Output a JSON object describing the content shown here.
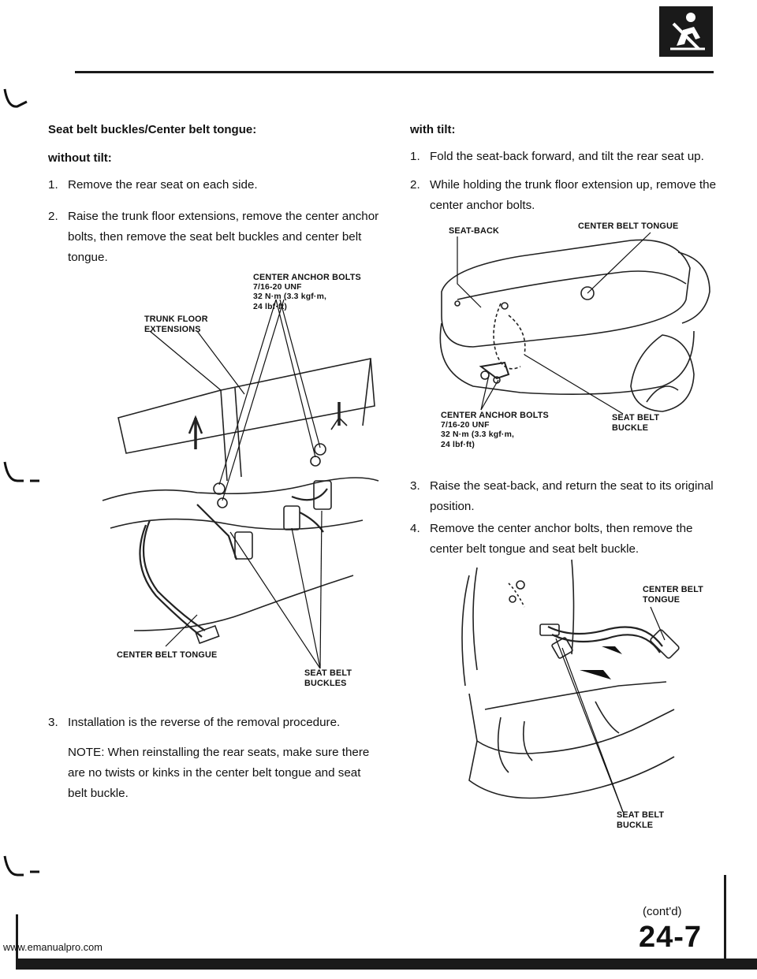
{
  "header": {
    "icon": "seat-belt-icon"
  },
  "left_column": {
    "heading": "Seat belt buckles/Center belt tongue:",
    "subheading": "without tilt:",
    "steps": [
      {
        "num": "1.",
        "text": "Remove the rear seat on each side."
      },
      {
        "num": "2.",
        "text": "Raise the trunk floor extensions, remove the center anchor bolts, then remove the seat belt buckles and center belt tongue."
      },
      {
        "num": "3.",
        "text": "Installation is the reverse of the removal procedure."
      }
    ],
    "note": "NOTE: When reinstalling the rear seats, make sure there are no twists or kinks in the center belt tongue and seat belt buckle.",
    "figure": {
      "callouts": {
        "anchor_bolts": {
          "title": "CENTER ANCHOR BOLTS",
          "spec1": "7/16-20 UNF",
          "spec2": "32 N·m (3.3 kgf·m,",
          "spec3": "24 lbf·ft)"
        },
        "trunk_floor": {
          "line1": "TRUNK FLOOR",
          "line2": "EXTENSIONS"
        },
        "center_tongue": "CENTER BELT TONGUE",
        "buckles": {
          "line1": "SEAT BELT",
          "line2": "BUCKLES"
        }
      }
    }
  },
  "right_column": {
    "subheading": "with tilt:",
    "steps_a": [
      {
        "num": "1.",
        "text": "Fold the seat-back forward, and tilt the rear seat up."
      },
      {
        "num": "2.",
        "text": "While holding the trunk floor extension up, remove the center anchor bolts."
      }
    ],
    "figure1": {
      "callouts": {
        "seat_back": "SEAT-BACK",
        "center_tongue": "CENTER BELT TONGUE",
        "anchor_bolts": {
          "title": "CENTER ANCHOR BOLTS",
          "spec1": "7/16-20 UNF",
          "spec2": "32 N·m (3.3 kgf·m,",
          "spec3": "24 lbf·ft)"
        },
        "buckle": {
          "line1": "SEAT BELT",
          "line2": "BUCKLE"
        }
      }
    },
    "steps_b": [
      {
        "num": "3.",
        "text": "Raise the seat-back, and return the seat to its original position."
      },
      {
        "num": "4.",
        "text": "Remove the center anchor bolts, then remove the center belt tongue and seat belt buckle."
      }
    ],
    "figure2": {
      "callouts": {
        "center_tongue": {
          "line1": "CENTER BELT",
          "line2": "TONGUE"
        },
        "buckle": {
          "line1": "SEAT BELT",
          "line2": "BUCKLE"
        }
      }
    }
  },
  "footer": {
    "contd": "(cont'd)",
    "page_number": "24-7",
    "url": "www.emanualpro.com"
  }
}
